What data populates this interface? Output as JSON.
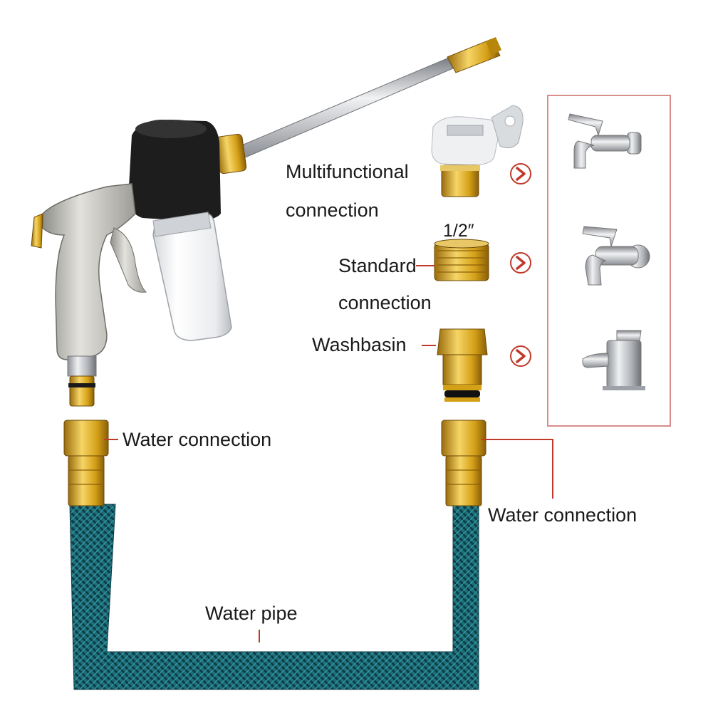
{
  "labels": {
    "multifunctional": "Multifunctional",
    "multifunctional_2": "connection",
    "size": "1/2″",
    "standard": "Standard",
    "standard_2": "connection",
    "washbasin": "Washbasin",
    "water_connection_left": "Water connection",
    "water_connection_right": "Water connection",
    "water_pipe": "Water pipe"
  },
  "colors": {
    "frame": "#d98c8c",
    "arrow": "#c0392b",
    "hose": "#1e6f7a",
    "hose_dark": "#0f3d45",
    "brass": "#d4a017",
    "chrome": "#c9ccd1",
    "leader": "#c0392b"
  },
  "icons": [
    "spray-gun-icon",
    "multifunctional-adapter-icon",
    "standard-connector-icon",
    "washbasin-connector-icon",
    "wall-tap-icon",
    "garden-tap-icon",
    "basin-mixer-icon",
    "brass-fitting-icon",
    "arrow-right-icon"
  ]
}
